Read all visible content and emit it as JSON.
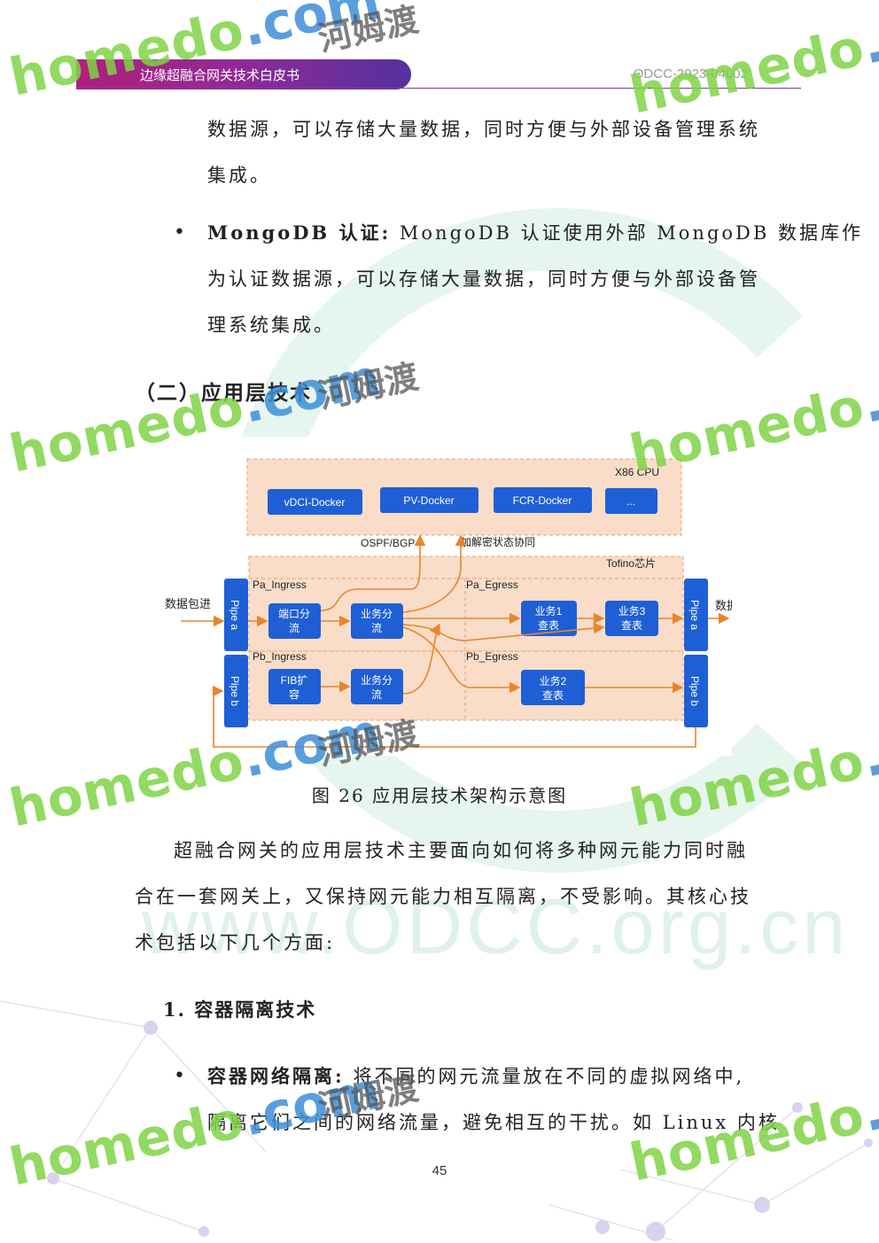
{
  "header": {
    "title": "边缘超融合网关技术白皮书",
    "code": "ODCC-2023-04002"
  },
  "paragraphs": {
    "p1_line1": "数据源，可以存储大量数据，同时方便与外部设备管理系统",
    "p1_line2": "集成。",
    "bullet1_term": "MongoDB 认证:",
    "bullet1_line1": " MongoDB 认证使用外部 MongoDB 数据库作",
    "bullet1_line2": "为认证数据源，可以存储大量数据，同时方便与外部设备管",
    "bullet1_line3": "理系统集成。",
    "section2_title": "（二）应用层技术",
    "intro_line1": "超融合网关的应用层技术主要面向如何将多种网元能力同时融",
    "intro_line2": "合在一套网关上，又保持网元能力相互隔离，不受影响。其核心技",
    "intro_line3": "术包括以下几个方面:",
    "sub1_title": "1. 容器隔离技术",
    "bullet2_term": "容器网络隔离:",
    "bullet2_line1": " 将不同的网元流量放在不同的虚拟网络中,",
    "bullet2_line2": "隔离它们之间的网络流量，避免相互的干扰。如 Linux 内核",
    "bullet_symbol": "•"
  },
  "figure": {
    "caption": "图 26 应用层技术架构示意图",
    "x86_label": "X86 CPU",
    "dockers": [
      "vDCI-Docker",
      "PV-Docker",
      "FCR-Docker",
      "..."
    ],
    "ospf_label": "OSPF/BGP",
    "crypto_label": "加解密状态协同",
    "tofino_label": "Tofino芯片",
    "pa_ingress": "Pa_Ingress",
    "pa_egress": "Pa_Egress",
    "pb_ingress": "Pb_Ingress",
    "pb_egress": "Pb_Egress",
    "pkt_in": "数据包进",
    "pkt_out": "数据包出",
    "pipe_a": "Pipe a",
    "pipe_b": "Pipe b",
    "port_split": [
      "端口分",
      "流"
    ],
    "svc_split": [
      "业务分",
      "流"
    ],
    "fib": [
      "FIB扩",
      "容"
    ],
    "svc1": [
      "业务1",
      "查表"
    ],
    "svc2": [
      "业务2",
      "查表"
    ],
    "svc3": [
      "业务3",
      "查表"
    ],
    "colors": {
      "box_blue": "#1f5fd6",
      "arrow_orange": "#e8852a",
      "zone_fill": "#f9ddc9",
      "frame_bg": "#ffffff"
    }
  },
  "watermarks": {
    "brand": "homedo",
    "tld": ".com",
    "cn": "河姆渡",
    "site": "www.ODCC.org.cn"
  },
  "page_number": "45"
}
